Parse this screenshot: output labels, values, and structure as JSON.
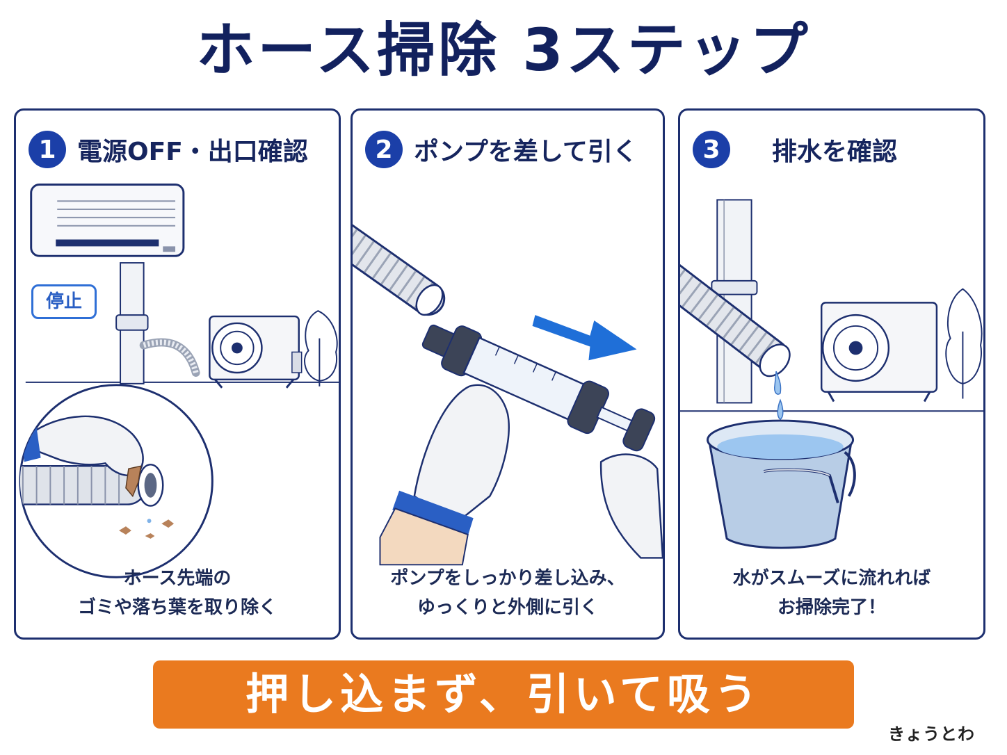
{
  "title": "ホース掃除 3ステップ",
  "steps": [
    {
      "number": "1",
      "title": "電源OFF・出口確認",
      "bubble": "停止",
      "caption_line1": "ホース先端の",
      "caption_line2": "ゴミや落ち葉を取り除く"
    },
    {
      "number": "2",
      "title": "ポンプを差して引く",
      "caption_line1": "ポンプをしっかり差し込み、",
      "caption_line2": "ゆっくりと外側に引く"
    },
    {
      "number": "3",
      "title": "排水を確認",
      "caption_line1": "水がスムーズに流れれば",
      "caption_line2": "お掃除完了！"
    }
  ],
  "banner": "押し込まず、引いて吸う",
  "brand": "きょうとわ",
  "colors": {
    "navy": "#12215e",
    "step_circle": "#1b3fa8",
    "arrow_blue": "#1f6fd8",
    "banner_orange": "#ea7a1f",
    "water": "#9cc6f0"
  },
  "icons": [
    "air-conditioner-icon",
    "outdoor-unit-icon",
    "tree-icon",
    "hose-icon",
    "glove-hand-icon",
    "pump-syringe-icon",
    "arrow-right-icon",
    "bucket-icon",
    "water-drop-icon",
    "leaf-icon"
  ]
}
